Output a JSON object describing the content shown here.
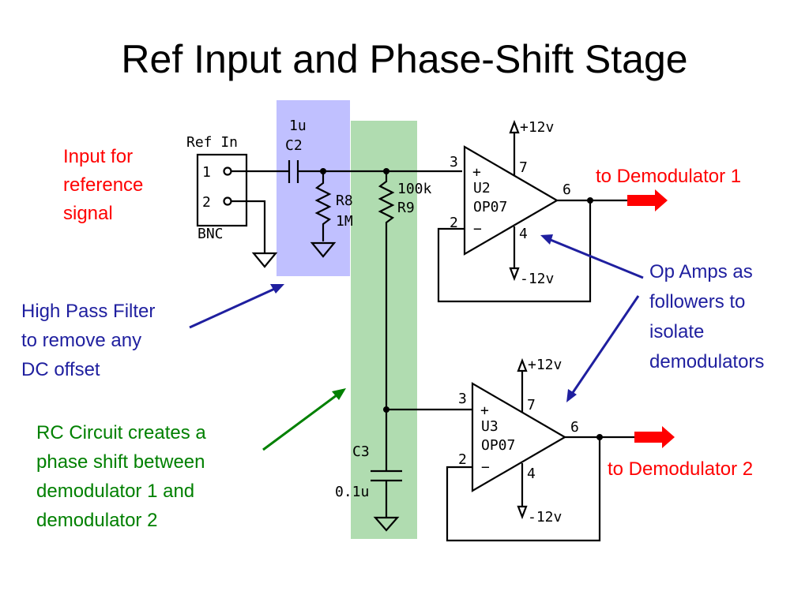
{
  "slide": {
    "title": "Ref Input and Phase-Shift Stage"
  },
  "annotations": {
    "input_note": [
      "Input for",
      "reference",
      "signal"
    ],
    "hpf_note": [
      "High Pass Filter",
      "to remove any",
      "DC offset"
    ],
    "rc_note": [
      "RC Circuit creates a",
      "phase shift between",
      "demodulator 1 and",
      "demodulator 2"
    ],
    "opamp_note": [
      "Op Amps as",
      "followers to",
      "isolate",
      "demodulators"
    ],
    "demod1_label": "to Demodulator 1",
    "demod2_label": "to Demodulator 2"
  },
  "schematic": {
    "connector": {
      "name": "Ref In",
      "type": "BNC",
      "pins": [
        "1",
        "2"
      ]
    },
    "c2": {
      "ref": "C2",
      "value": "1u"
    },
    "r8": {
      "ref": "R8",
      "value": "1M"
    },
    "r9": {
      "ref": "R9",
      "value": "100k"
    },
    "c3": {
      "ref": "C3",
      "value": "0.1u"
    },
    "u2": {
      "ref": "U2",
      "part": "OP07",
      "plus": "+",
      "minus": "−",
      "pin_in_plus": "3",
      "pin_in_minus": "2",
      "pin_out": "6",
      "pin_vpos": "7",
      "pin_vneg": "4",
      "vpos": "+12v",
      "vneg": "-12v"
    },
    "u3": {
      "ref": "U3",
      "part": "OP07",
      "plus": "+",
      "minus": "−",
      "pin_in_plus": "3",
      "pin_in_minus": "2",
      "pin_out": "6",
      "pin_vpos": "7",
      "pin_vneg": "4",
      "vpos": "+12v",
      "vneg": "-12v"
    }
  },
  "colors": {
    "hpf_highlight": "#c0c0ff",
    "rc_highlight": "#b0dcb0",
    "red": "#ff0000",
    "blue": "#1f1f9f",
    "green": "#008000"
  }
}
